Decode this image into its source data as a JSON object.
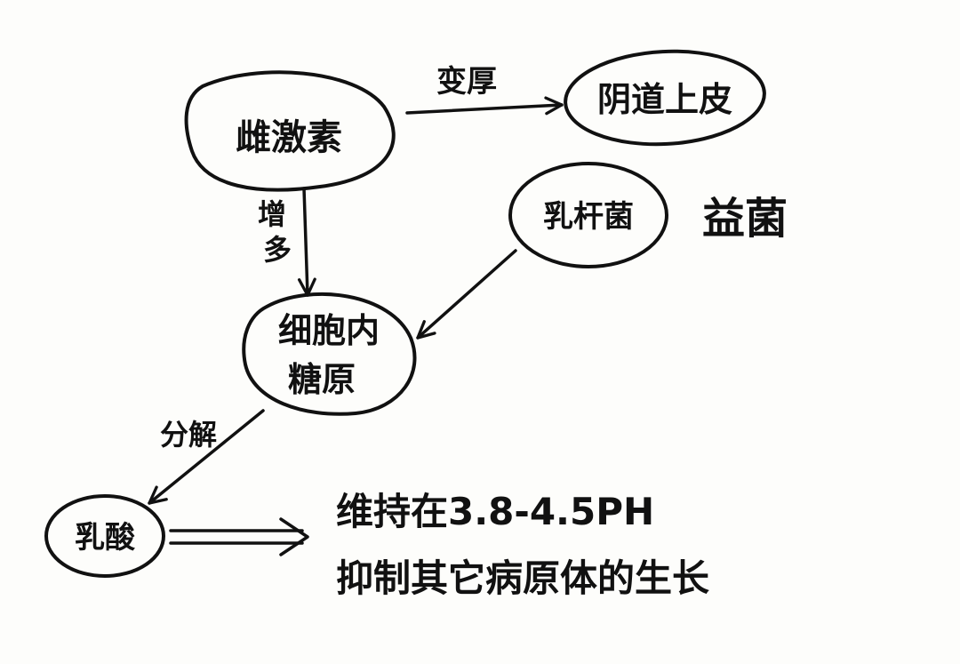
{
  "nodes": {
    "estrogen": "雌激素",
    "vaginal_epithelium": "阴道上皮",
    "lactobacillus": "乳杆菌",
    "glycogen_line1": "细胞内",
    "glycogen_line2": "糖原",
    "lactic_acid": "乳酸"
  },
  "labels": {
    "thicken": "变厚",
    "increase_line1": "增",
    "increase_line2": "多",
    "decompose": "分解",
    "side_note": "益菌"
  },
  "result": {
    "line1": "维持在3.8-4.5PH",
    "line2": "抑制其它病原体的生长"
  }
}
